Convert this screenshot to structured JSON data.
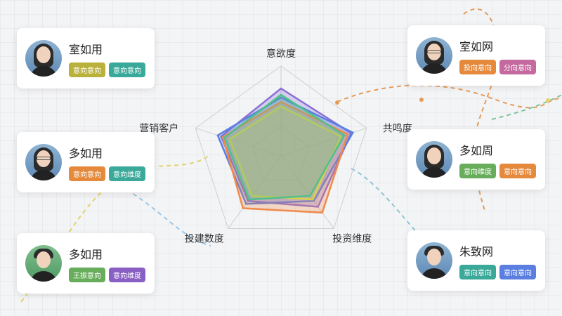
{
  "colors": {
    "grid": "#cfcfcf",
    "series": [
      "#8a6fd6",
      "#5b7fe0",
      "#f08a4b",
      "#d8d24a",
      "#4fc08a",
      "#7bc47f"
    ]
  },
  "radar": {
    "axes": [
      "意欲度",
      "共鸣度",
      "投资维度",
      "投建数度",
      "营销客户"
    ],
    "series": [
      {
        "color": "#8a6fd6",
        "values": [
          0.75,
          0.82,
          0.7,
          0.62,
          0.7
        ]
      },
      {
        "color": "#5b7fe0",
        "values": [
          0.65,
          0.84,
          0.62,
          0.66,
          0.74
        ]
      },
      {
        "color": "#f08a4b",
        "values": [
          0.6,
          0.78,
          0.78,
          0.72,
          0.68
        ]
      },
      {
        "color": "#d8d24a",
        "values": [
          0.55,
          0.7,
          0.6,
          0.55,
          0.6
        ]
      },
      {
        "color": "#4fc08a",
        "values": [
          0.68,
          0.74,
          0.55,
          0.6,
          0.66
        ]
      }
    ]
  },
  "cards": [
    {
      "name": "室如用",
      "avatar": "female",
      "tags": [
        {
          "text": "意向意向",
          "color": "#b9b13c"
        },
        {
          "text": "意向意向",
          "color": "#3aa99a"
        }
      ]
    },
    {
      "name": "多如用",
      "avatar": "female-glasses",
      "tags": [
        {
          "text": "意向意向",
          "color": "#e58a3c"
        },
        {
          "text": "意向维度",
          "color": "#3aa99a"
        }
      ]
    },
    {
      "name": "多如用",
      "avatar": "male",
      "tags": [
        {
          "text": "王振意向",
          "color": "#67ad5b"
        },
        {
          "text": "意向维度",
          "color": "#8a5fc4"
        }
      ]
    },
    {
      "name": "室如网",
      "avatar": "female",
      "tags": [
        {
          "text": "投向意向",
          "color": "#e58a3c"
        },
        {
          "text": "分向意向",
          "color": "#c46a9f"
        }
      ]
    },
    {
      "name": "多如周",
      "avatar": "female",
      "tags": [
        {
          "text": "意向维度",
          "color": "#67ad5b"
        },
        {
          "text": "意向意向",
          "color": "#e58a3c"
        }
      ]
    },
    {
      "name": "朱致网",
      "avatar": "male",
      "tags": [
        {
          "text": "意向意向",
          "color": "#3aa99a"
        },
        {
          "text": "意向意向",
          "color": "#5b7fe0"
        }
      ]
    }
  ]
}
